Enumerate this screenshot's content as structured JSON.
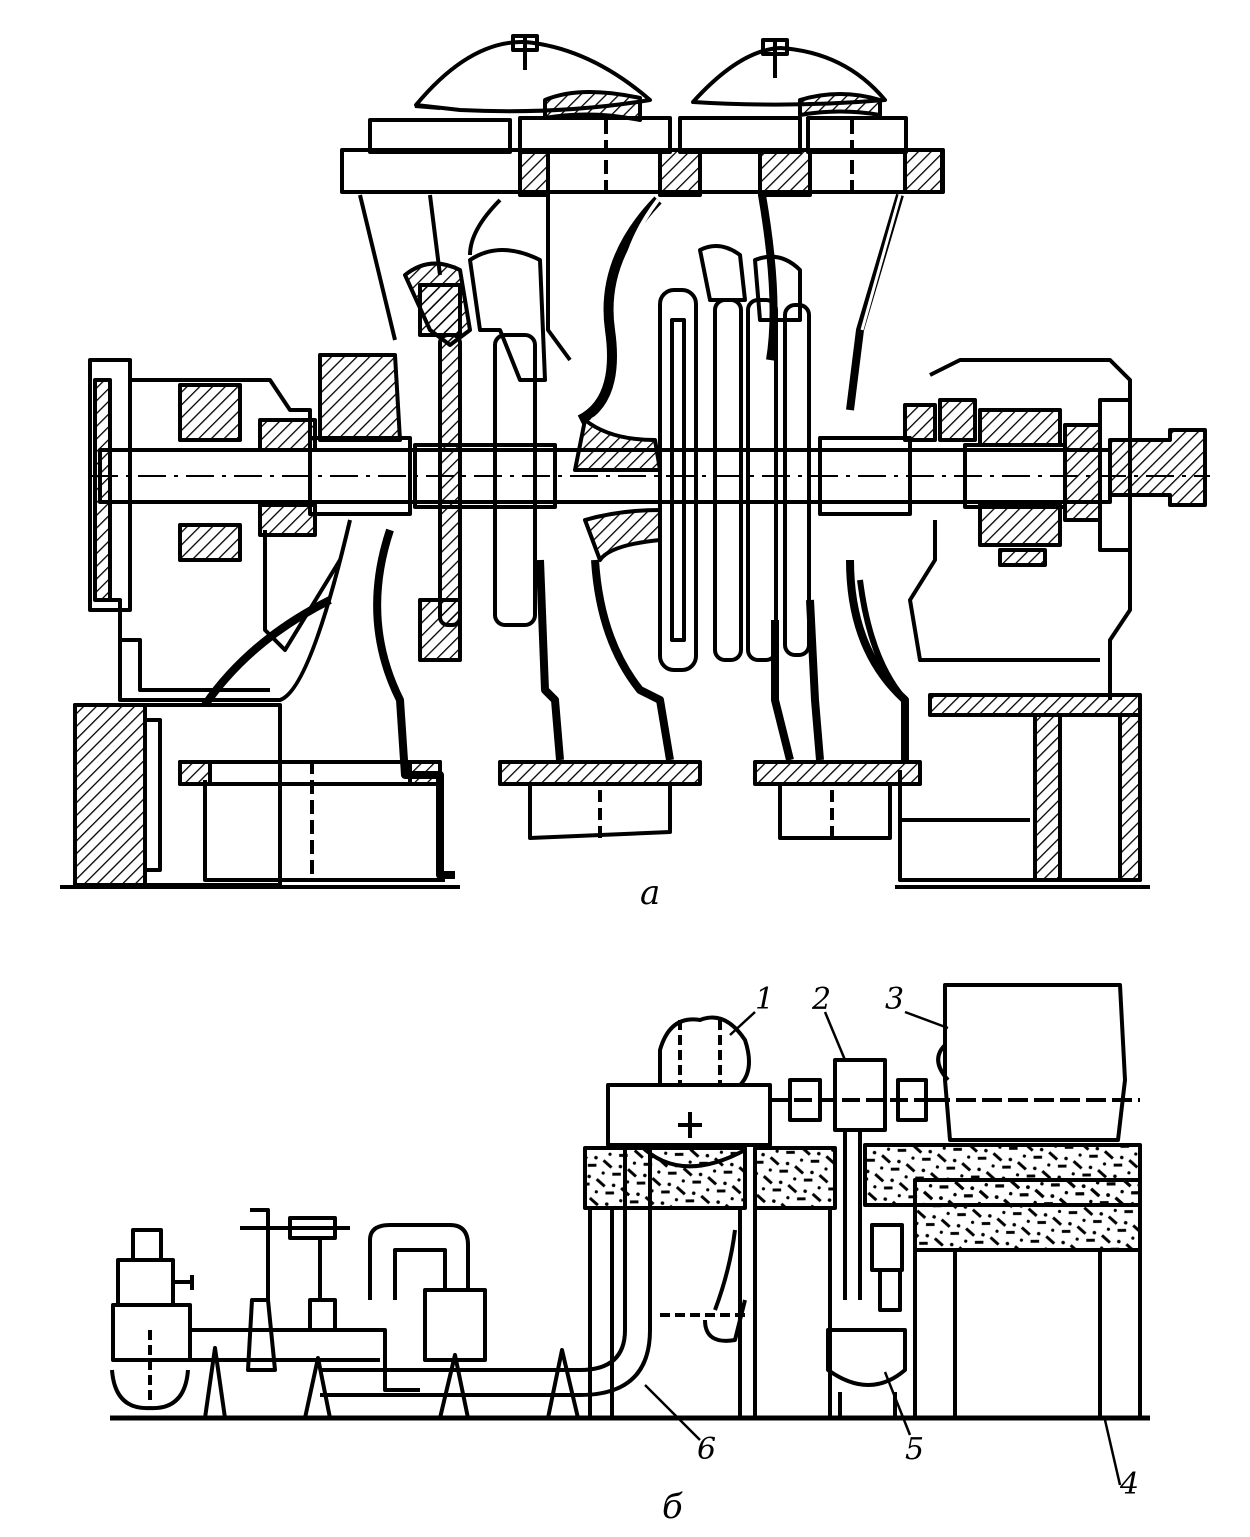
{
  "colors": {
    "ink": "#000000",
    "paper": "#ffffff"
  },
  "figure_a": {
    "caption": "а"
  },
  "figure_b": {
    "caption": "б",
    "callouts": [
      "1",
      "2",
      "3",
      "4",
      "5",
      "6"
    ]
  }
}
